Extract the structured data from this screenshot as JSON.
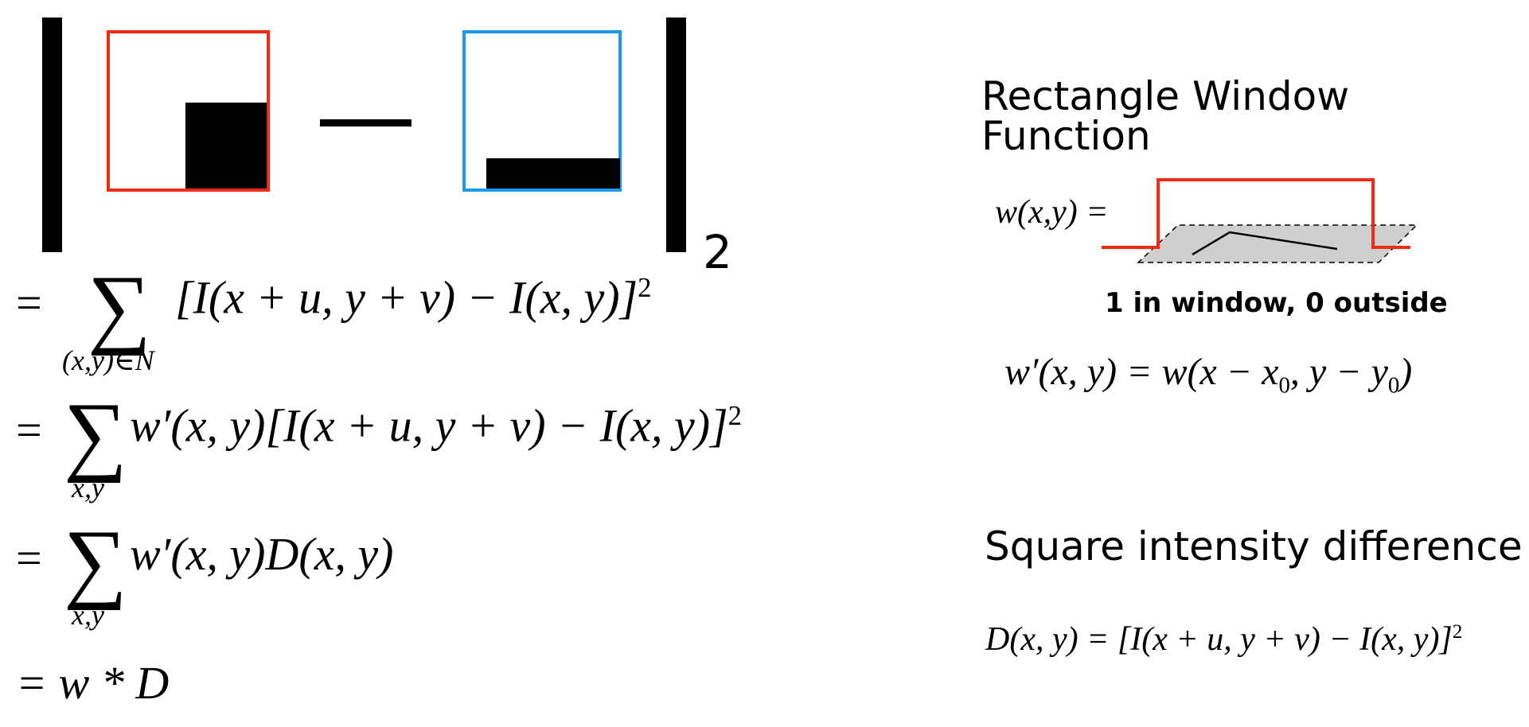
{
  "norm_diagram": {
    "minus_sign": "—",
    "subscript": "2",
    "colors": {
      "window_a": "#ef2b13",
      "window_b": "#1a98ec",
      "fill": "#000000"
    }
  },
  "equations": {
    "eq1": {
      "lhs": "=",
      "sum_index": "(x,y)∈N",
      "body": "[I(x + u, y + v) − I(x, y)]",
      "exp": "2"
    },
    "eq2": {
      "lhs": "=",
      "sum_index": "x,y",
      "body": "w′(x, y)[I(x + u, y + v) − I(x, y)]",
      "exp": "2"
    },
    "eq3": {
      "lhs": "=",
      "sum_index": "x,y",
      "body": "w′(x, y)D(x, y)"
    },
    "eq4": {
      "text": "= w * D"
    }
  },
  "window_panel": {
    "title": "Rectangle Window Function",
    "w_label": "w(x,y) =",
    "caption": "1 in window, 0 outside",
    "shift_formula": "w′(x, y) = w(x − x",
    "shift_sub0": "0",
    "shift_mid": ", y − y",
    "shift_sub1": "0",
    "shift_end": ")",
    "colors": {
      "window_line": "#ef2b13",
      "plane": "#cfcfcf"
    }
  },
  "difference_panel": {
    "title": "Square intensity difference",
    "formula": "D(x, y) = [I(x + u, y + v) − I(x, y)]",
    "exp": "2"
  }
}
